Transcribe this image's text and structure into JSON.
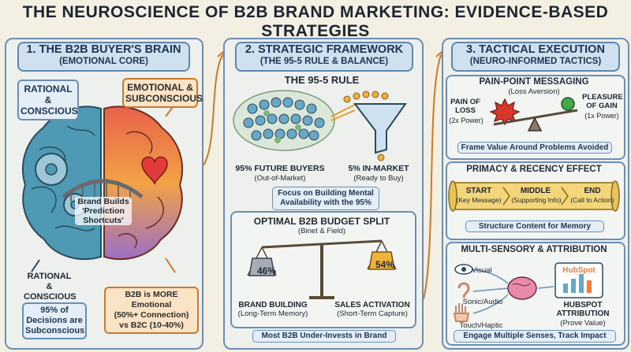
{
  "title": "THE NEUROSCIENCE OF B2B BRAND MARKETING: EVIDENCE-BASED STRATEGIES",
  "panel1": {
    "heading": "1. THE B2B BUYER'S BRAIN",
    "subheading": "(EMOTIONAL CORE)",
    "rational_top": "RATIONAL & CONSCIOUS",
    "emotional_top": "EMOTIONAL & SUBCONSCIOUS",
    "bridge_label": "Brand Builds 'Prediction Shortcuts'",
    "rational_bottom": "RATIONAL & CONSCIOUS",
    "stat_left": "95% of Decisions are Subconscious",
    "stat_right_line1": "B2B is MORE Emotional",
    "stat_right_line2": "(50%+ Connection)",
    "stat_right_line3": "vs B2C (10-40%)"
  },
  "panel2": {
    "heading": "2. STRATEGIC FRAMEWORK",
    "subheading": "(THE 95-5 RULE & BALANCE)",
    "rule_title": "THE 95-5 RULE",
    "future_title": "95% FUTURE BUYERS",
    "future_sub": "(Out-of-Market)",
    "inmarket_title": "5% IN-MARKET",
    "inmarket_sub": "(Ready to Buy)",
    "focus_note": "Focus on Building Mental Availability with the 95%",
    "budget_title": "OPTIMAL B2B BUDGET SPLIT",
    "budget_sub": "(Binet & Field)",
    "brand_pct": "46%",
    "sales_pct": "54%",
    "brand_label": "BRAND BUILDING",
    "brand_sub": "(Long-Term Memory)",
    "sales_label": "SALES ACTIVATION",
    "sales_sub": "(Short-Term Capture)",
    "footer": "Most B2B Under-Invests in Brand"
  },
  "panel3": {
    "heading": "3. TACTICAL EXECUTION",
    "subheading": "(NEURO-INFORMED TACTICS)",
    "pain": {
      "title": "PAIN-POINT MESSAGING",
      "sub": "(Loss Aversion)",
      "loss_label": "PAIN OF LOSS",
      "loss_power": "(2x Power)",
      "gain_label": "PLEASURE OF GAIN",
      "gain_power": "(1x Power)",
      "footer": "Frame Value Around Problems Avoided"
    },
    "primacy": {
      "title": "PRIMACY & RECENCY EFFECT",
      "start": "START",
      "start_sub": "(Key Message)",
      "middle": "MIDDLE",
      "middle_sub": "(Supporting Info)",
      "end": "END",
      "end_sub": "(Call to Action)",
      "footer": "Structure Content for Memory"
    },
    "sensory": {
      "title": "MULTI-SENSORY & ATTRIBUTION",
      "visual": "Visual",
      "sonic": "Sonic/Audio",
      "touch": "Touch/Haptic",
      "hubspot_logo": "HubSpot",
      "hubspot_label": "HUBSPOT ATTRIBUTION",
      "hubspot_sub": "(Prove Value)",
      "footer": "Engage Multiple Senses, Track Impact"
    }
  },
  "colors": {
    "panel_border": "#6a8fb2",
    "header_fill": "#cfe0ee",
    "orange_accent": "#c97a2c",
    "brain_emotional": "#e8614a",
    "brain_rational": "#4e9ab5"
  }
}
